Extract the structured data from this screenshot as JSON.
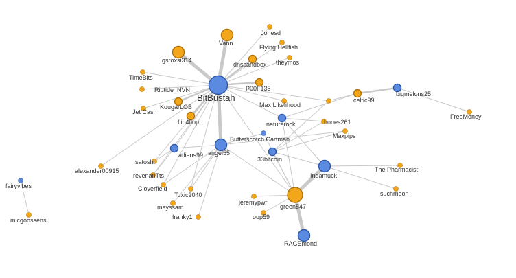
{
  "colors": {
    "blue_node": "#5b8be0",
    "blue_stroke": "#2e56a8",
    "orange_node": "#f2a71b",
    "orange_stroke": "#b27206",
    "edge": "#c9c9c9",
    "label": "#333333"
  },
  "nodes": [
    {
      "id": "BitBustah",
      "label": "BitBustah",
      "color": "blue",
      "size": "xl"
    },
    {
      "id": "Vann",
      "label": "Vann",
      "color": "orange",
      "size": "md"
    },
    {
      "id": "gsroxsi314",
      "label": "gsroxsi314",
      "color": "orange",
      "size": "md"
    },
    {
      "id": "Jonesd",
      "label": "Jonesd",
      "color": "orange",
      "size": "xs"
    },
    {
      "id": "Flying Hellfish",
      "label": "Flying Hellfish",
      "color": "orange",
      "size": "xs"
    },
    {
      "id": "dnssandbox",
      "label": "dnssandbox",
      "color": "orange",
      "size": "sm"
    },
    {
      "id": "theymos",
      "label": "theymos",
      "color": "orange",
      "size": "xs"
    },
    {
      "id": "TimeBits",
      "label": "TimeBits",
      "color": "orange",
      "size": "xs"
    },
    {
      "id": "Riptide_NVN",
      "label": "Riptide_NVN",
      "color": "orange",
      "size": "xs"
    },
    {
      "id": "P00F135",
      "label": "P00F135",
      "color": "orange",
      "size": "sm"
    },
    {
      "id": "KougarLOB",
      "label": "KougarLOB",
      "color": "orange",
      "size": "sm"
    },
    {
      "id": "Jet Cash",
      "label": "Jet Cash",
      "color": "orange",
      "size": "xs"
    },
    {
      "id": "flip4flop",
      "label": "flip4flop",
      "color": "orange",
      "size": "sm"
    },
    {
      "id": "Max Likelihood",
      "label": "Max Likelihood",
      "color": "orange",
      "size": "xs"
    },
    {
      "id": "hub-unlabeled",
      "label": "",
      "color": "orange",
      "size": "xs"
    },
    {
      "id": "celtic99",
      "label": "celtic99",
      "color": "orange",
      "size": "sm"
    },
    {
      "id": "bigmelons25",
      "label": "bigmelons25",
      "color": "blue",
      "size": "sm"
    },
    {
      "id": "FreeMoney",
      "label": "FreeMoney",
      "color": "orange",
      "size": "xs"
    },
    {
      "id": "naturerock",
      "label": "naturerock",
      "color": "blue",
      "size": "sm"
    },
    {
      "id": "bones261",
      "label": "bones261",
      "color": "orange",
      "size": "xs"
    },
    {
      "id": "Maxpips",
      "label": "Maxpips",
      "color": "orange",
      "size": "xs"
    },
    {
      "id": "Butterscotch Cartman",
      "label": "Butterscotch Cartman",
      "color": "blue",
      "size": "xs"
    },
    {
      "id": "33bitcoin",
      "label": "33bitcoin",
      "color": "blue",
      "size": "sm"
    },
    {
      "id": "angel55",
      "label": "angel55",
      "color": "blue",
      "size": "md"
    },
    {
      "id": "atliens99",
      "label": "atliens99",
      "color": "blue",
      "size": "sm"
    },
    {
      "id": "satoshi",
      "label": "satoshi",
      "color": "orange",
      "size": "xs"
    },
    {
      "id": "alexander00915",
      "label": "alexander00915",
      "color": "orange",
      "size": "xs"
    },
    {
      "id": "revenanTts",
      "label": "revenanTts",
      "color": "orange",
      "size": "xs"
    },
    {
      "id": "Cloverfield",
      "label": "Cloverfield",
      "color": "orange",
      "size": "xs"
    },
    {
      "id": "Toxic2040",
      "label": "Toxic2040",
      "color": "orange",
      "size": "xs"
    },
    {
      "id": "mayssam",
      "label": "mayssam",
      "color": "orange",
      "size": "xs"
    },
    {
      "id": "franky1",
      "label": "franky1",
      "color": "orange",
      "size": "xs"
    },
    {
      "id": "Indamuck",
      "label": "Indamuck",
      "color": "blue",
      "size": "md"
    },
    {
      "id": "The Pharmacist",
      "label": "The Pharmacist",
      "color": "orange",
      "size": "xs"
    },
    {
      "id": "suchmoon",
      "label": "suchmoon",
      "color": "orange",
      "size": "xs"
    },
    {
      "id": "jeremypwr",
      "label": "jeremypwr",
      "color": "orange",
      "size": "xs"
    },
    {
      "id": "green547",
      "label": "green547",
      "color": "orange",
      "size": "lg"
    },
    {
      "id": "oup59",
      "label": "oup59",
      "color": "orange",
      "size": "xs"
    },
    {
      "id": "RAGEmond",
      "label": "RAGEmond",
      "color": "blue",
      "size": "md"
    },
    {
      "id": "fairyvibes",
      "label": "fairyvibes",
      "color": "blue",
      "size": "xs"
    },
    {
      "id": "micgoossens",
      "label": "micgoossens",
      "color": "orange",
      "size": "xs"
    }
  ],
  "edges": [
    {
      "from": "BitBustah",
      "to": "Vann",
      "weight": "heavy"
    },
    {
      "from": "BitBustah",
      "to": "gsroxsi314",
      "weight": "heavy"
    },
    {
      "from": "BitBustah",
      "to": "Jonesd",
      "weight": "light"
    },
    {
      "from": "BitBustah",
      "to": "Flying Hellfish",
      "weight": "light"
    },
    {
      "from": "BitBustah",
      "to": "dnssandbox",
      "weight": "medium"
    },
    {
      "from": "BitBustah",
      "to": "theymos",
      "weight": "light"
    },
    {
      "from": "BitBustah",
      "to": "TimeBits",
      "weight": "light"
    },
    {
      "from": "BitBustah",
      "to": "Riptide_NVN",
      "weight": "light"
    },
    {
      "from": "BitBustah",
      "to": "P00F135",
      "weight": "medium"
    },
    {
      "from": "BitBustah",
      "to": "KougarLOB",
      "weight": "medium"
    },
    {
      "from": "BitBustah",
      "to": "Jet Cash",
      "weight": "light"
    },
    {
      "from": "BitBustah",
      "to": "flip4flop",
      "weight": "medium"
    },
    {
      "from": "BitBustah",
      "to": "Max Likelihood",
      "weight": "light"
    },
    {
      "from": "BitBustah",
      "to": "naturerock",
      "weight": "light"
    },
    {
      "from": "BitBustah",
      "to": "angel55",
      "weight": "heavy"
    },
    {
      "from": "BitBustah",
      "to": "atliens99",
      "weight": "light"
    },
    {
      "from": "BitBustah",
      "to": "satoshi",
      "weight": "light"
    },
    {
      "from": "BitBustah",
      "to": "alexander00915",
      "weight": "light"
    },
    {
      "from": "BitBustah",
      "to": "revenanTts",
      "weight": "light"
    },
    {
      "from": "BitBustah",
      "to": "Cloverfield",
      "weight": "light"
    },
    {
      "from": "BitBustah",
      "to": "Toxic2040",
      "weight": "light"
    },
    {
      "from": "BitBustah",
      "to": "green547",
      "weight": "light"
    },
    {
      "from": "BitBustah",
      "to": "hub-unlabeled",
      "weight": "light"
    },
    {
      "from": "hub-unlabeled",
      "to": "celtic99",
      "weight": "light"
    },
    {
      "from": "hub-unlabeled",
      "to": "33bitcoin",
      "weight": "light"
    },
    {
      "from": "bigmelons25",
      "to": "celtic99",
      "weight": "medium"
    },
    {
      "from": "bigmelons25",
      "to": "FreeMoney",
      "weight": "light"
    },
    {
      "from": "naturerock",
      "to": "bones261",
      "weight": "light"
    },
    {
      "from": "naturerock",
      "to": "Indamuck",
      "weight": "light"
    },
    {
      "from": "naturerock",
      "to": "celtic99",
      "weight": "light"
    },
    {
      "from": "naturerock",
      "to": "green547",
      "weight": "light"
    },
    {
      "from": "33bitcoin",
      "to": "Maxpips",
      "weight": "light"
    },
    {
      "from": "33bitcoin",
      "to": "bones261",
      "weight": "light"
    },
    {
      "from": "33bitcoin",
      "to": "green547",
      "weight": "light"
    },
    {
      "from": "Butterscotch Cartman",
      "to": "angel55",
      "weight": "light"
    },
    {
      "from": "Butterscotch Cartman",
      "to": "green547",
      "weight": "light"
    },
    {
      "from": "angel55",
      "to": "atliens99",
      "weight": "light"
    },
    {
      "from": "angel55",
      "to": "mayssam",
      "weight": "light"
    },
    {
      "from": "angel55",
      "to": "franky1",
      "weight": "light"
    },
    {
      "from": "angel55",
      "to": "Toxic2040",
      "weight": "light"
    },
    {
      "from": "angel55",
      "to": "green547",
      "weight": "light"
    },
    {
      "from": "angel55",
      "to": "Maxpips",
      "weight": "light"
    },
    {
      "from": "angel55",
      "to": "Cloverfield",
      "weight": "light"
    },
    {
      "from": "atliens99",
      "to": "satoshi",
      "weight": "light"
    },
    {
      "from": "atliens99",
      "to": "revenanTts",
      "weight": "light"
    },
    {
      "from": "Indamuck",
      "to": "green547",
      "weight": "heavy"
    },
    {
      "from": "Indamuck",
      "to": "The Pharmacist",
      "weight": "light"
    },
    {
      "from": "Indamuck",
      "to": "suchmoon",
      "weight": "light"
    },
    {
      "from": "Indamuck",
      "to": "33bitcoin",
      "weight": "light"
    },
    {
      "from": "green547",
      "to": "jeremypwr",
      "weight": "light"
    },
    {
      "from": "green547",
      "to": "oup59",
      "weight": "light"
    },
    {
      "from": "green547",
      "to": "RAGEmond",
      "weight": "heavy"
    },
    {
      "from": "fairyvibes",
      "to": "micgoossens",
      "weight": "light"
    }
  ]
}
